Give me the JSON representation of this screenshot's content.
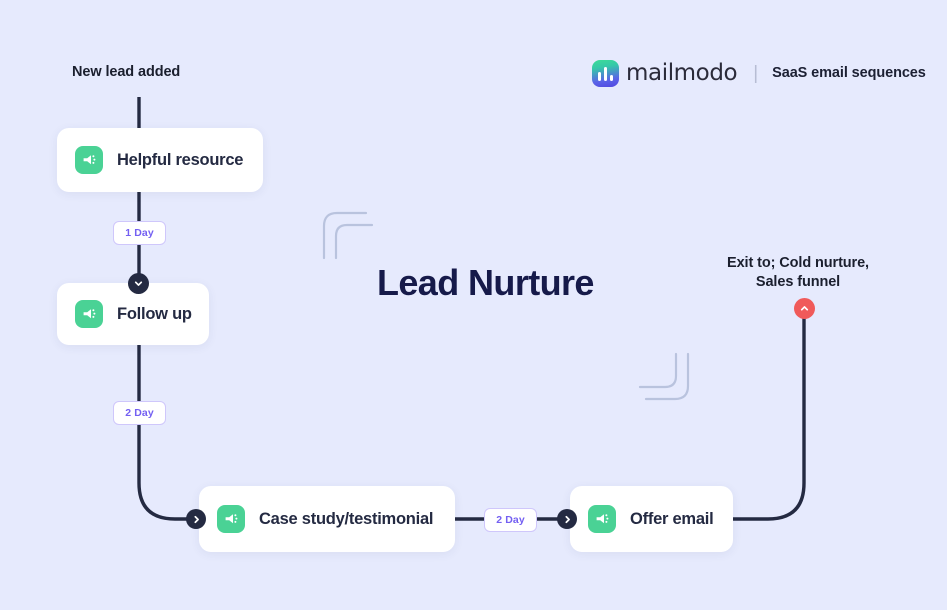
{
  "brand": {
    "logo_icon": "mailmodo-logo-icon",
    "name": "mailmodo",
    "separator": "|",
    "tagline": "SaaS email sequences",
    "logo_gradient_from": "#3ddc97",
    "logo_gradient_to": "#5146e0"
  },
  "diagram": {
    "title": "Lead Nurture",
    "background_color": "#e6eafd",
    "title_color": "#161a4a",
    "connector_color": "#242a42",
    "node_icon_color": "#4ad295",
    "badge_color": "#7460f2",
    "exit_marker_color": "#f05a5a"
  },
  "captions": {
    "start": "New lead added",
    "exit_line1": "Exit to; Cold nurture,",
    "exit_line2": "Sales funnel"
  },
  "nodes": [
    {
      "id": "helpful",
      "label": "Helpful resource",
      "icon": "megaphone-icon"
    },
    {
      "id": "followup",
      "label": "Follow up",
      "icon": "megaphone-icon"
    },
    {
      "id": "case",
      "label": "Case study/testimonial",
      "icon": "megaphone-icon"
    },
    {
      "id": "offer",
      "label": "Offer email",
      "icon": "megaphone-icon"
    }
  ],
  "delays": [
    {
      "id": "delay-1",
      "label": "1 Day"
    },
    {
      "id": "delay-2",
      "label": "2 Day"
    },
    {
      "id": "delay-3",
      "label": "2 Day"
    }
  ],
  "markers": [
    {
      "id": "marker-followup",
      "icon": "chevron-down-icon",
      "color": "#242a42"
    },
    {
      "id": "marker-case",
      "icon": "chevron-right-icon",
      "color": "#242a42"
    },
    {
      "id": "marker-offer",
      "icon": "chevron-right-icon",
      "color": "#242a42"
    },
    {
      "id": "marker-exit",
      "icon": "chevron-up-icon",
      "color": "#f05a5a"
    }
  ]
}
